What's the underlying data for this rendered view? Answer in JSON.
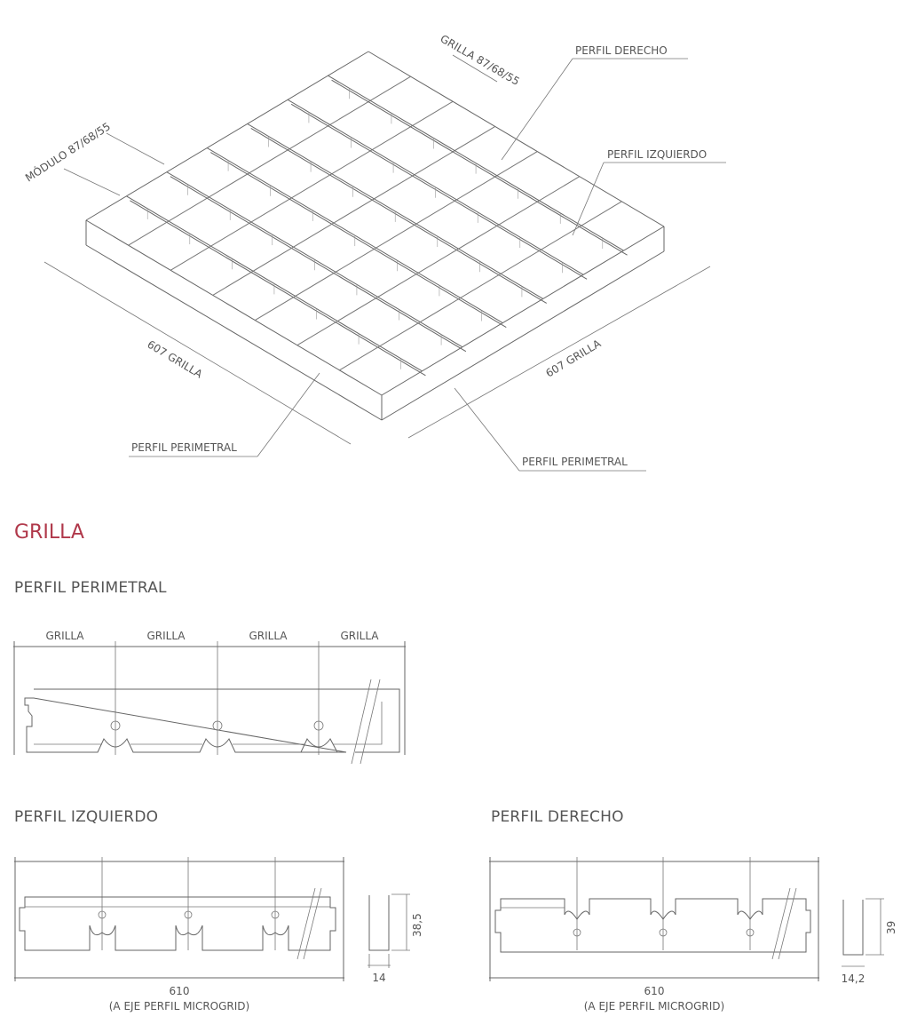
{
  "iso": {
    "grilla_module": "GRILLA 87/68/55",
    "modulo": "MÓDULO 87/68/55",
    "perfil_derecho": "PERFIL DERECHO",
    "perfil_izquierdo": "PERFIL IZQUIERDO",
    "dim_left": "607 GRILLA",
    "dim_right": "607 GRILLA",
    "perimetral_left": "PERFIL PERIMETRAL",
    "perimetral_right": "PERFIL PERIMETRAL"
  },
  "section_title": "GRILLA",
  "perimetral": {
    "heading": "PERFIL PERIMETRAL",
    "segments": [
      "GRILLA",
      "GRILLA",
      "GRILLA",
      "GRILLA"
    ]
  },
  "izquierdo": {
    "heading": "PERFIL IZQUIERDO",
    "length": "610",
    "length_note": "(A EJE PERFIL MICROGRID)",
    "height": "38,5",
    "width": "14"
  },
  "derecho": {
    "heading": "PERFIL DERECHO",
    "length": "610",
    "length_note": "(A EJE PERFIL MICROGRID)",
    "height": "39",
    "width": "14,2"
  }
}
